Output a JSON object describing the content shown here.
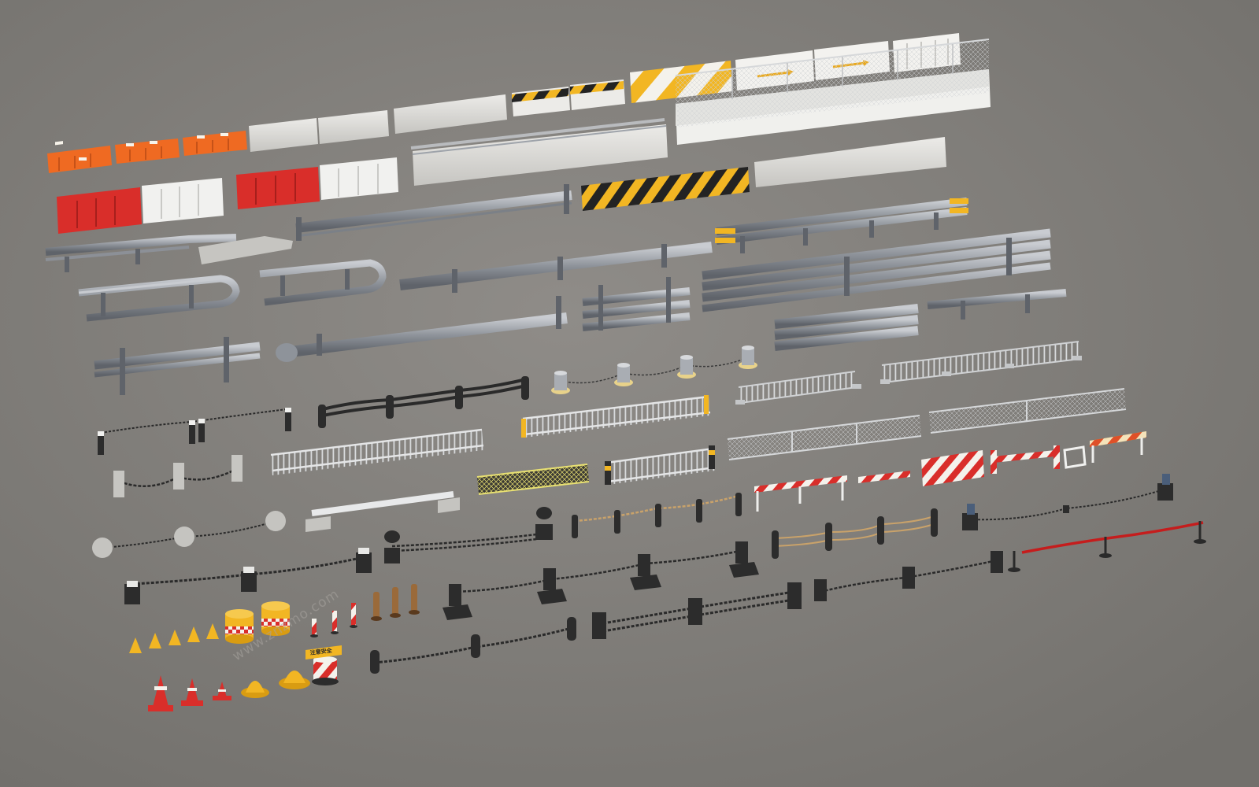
{
  "scene": {
    "subject": "Traffic barrier and road safety 3D model collection",
    "colors": {
      "floor_light": "#8e8b87",
      "floor_dark": "#74726e",
      "concrete": "#d9d9d6",
      "steel": "#9ea3aa",
      "steel_dark": "#6f747b",
      "plastic_red": "#d92e2a",
      "plastic_orange": "#ef6a22",
      "plastic_white": "#f1f1ef",
      "hazard_yellow": "#f2b623",
      "hazard_black": "#232323",
      "chain": "#2a2a2a",
      "rubber_black": "#2c2c2c",
      "rope_tan": "#c9a26a",
      "velvet_red": "#c51d1d"
    }
  },
  "watermark": {
    "text": "www.znzmo.com"
  },
  "sign": {
    "text": "注意安全"
  }
}
